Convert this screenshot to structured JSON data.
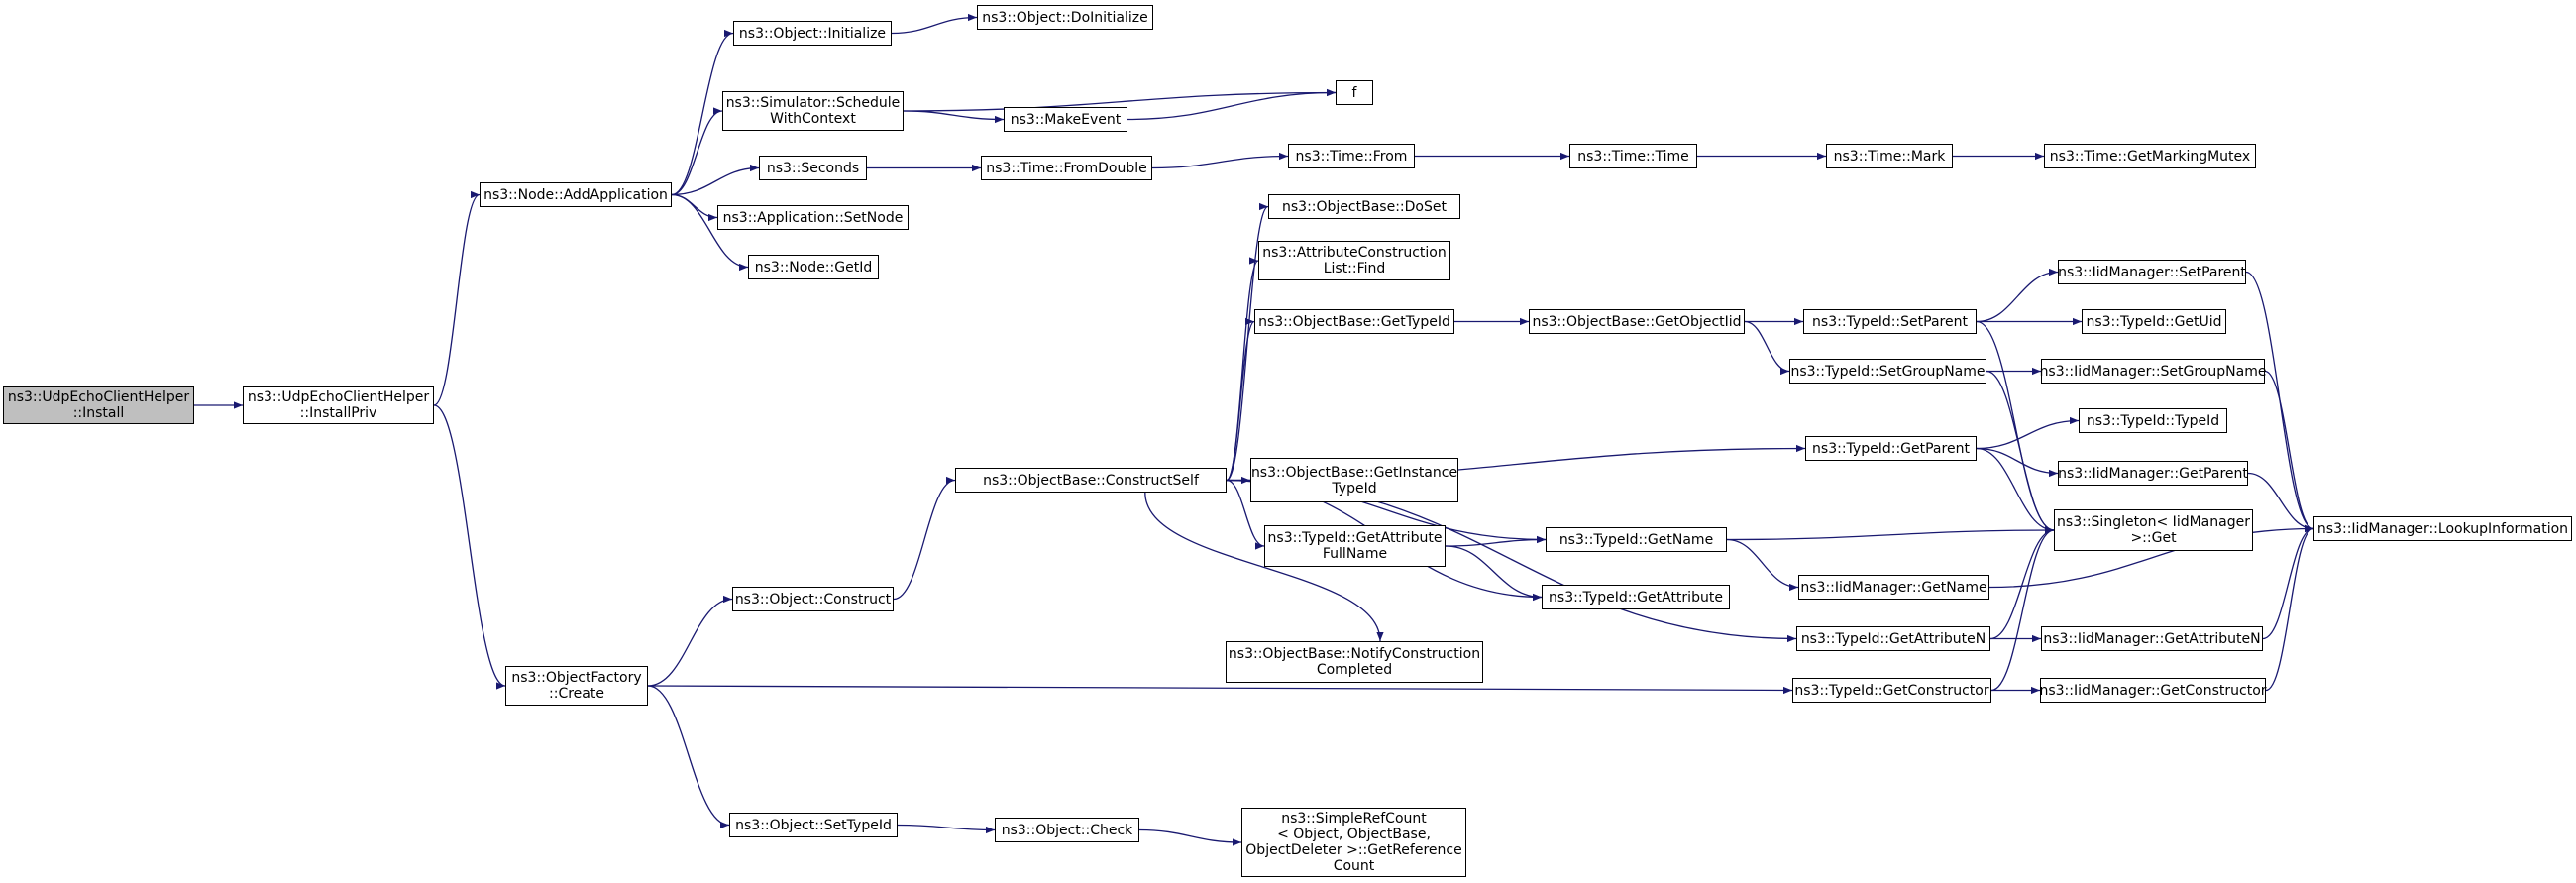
{
  "colors": {
    "edge": "#191970",
    "root_fill": "#bfbfbf",
    "node_fill": "#ffffff",
    "node_border": "#000000"
  },
  "nodes": {
    "n0": {
      "lines": [
        "ns3::UdpEchoClientHelper",
        "::Install"
      ]
    },
    "n1": {
      "lines": [
        "ns3::UdpEchoClientHelper",
        "::InstallPriv"
      ]
    },
    "n2": {
      "lines": [
        "ns3::Node::AddApplication"
      ]
    },
    "n3": {
      "lines": [
        "ns3::ObjectFactory",
        "::Create"
      ]
    },
    "n4": {
      "lines": [
        "ns3::Object::Initialize"
      ]
    },
    "n5": {
      "lines": [
        "ns3::Simulator::Schedule",
        "WithContext"
      ]
    },
    "n6": {
      "lines": [
        "ns3::Seconds"
      ]
    },
    "n7": {
      "lines": [
        "ns3::Application::SetNode"
      ]
    },
    "n8": {
      "lines": [
        "ns3::Node::GetId"
      ]
    },
    "n9": {
      "lines": [
        "ns3::Object::Construct"
      ]
    },
    "n10": {
      "lines": [
        "ns3::Object::SetTypeId"
      ]
    },
    "n11": {
      "lines": [
        "ns3::Object::DoInitialize"
      ]
    },
    "n12": {
      "lines": [
        "f"
      ]
    },
    "n13": {
      "lines": [
        "ns3::MakeEvent"
      ]
    },
    "n14": {
      "lines": [
        "ns3::Time::FromDouble"
      ]
    },
    "n15": {
      "lines": [
        "ns3::Time::From"
      ]
    },
    "n16": {
      "lines": [
        "ns3::Time::Time"
      ]
    },
    "n17": {
      "lines": [
        "ns3::Time::Mark"
      ]
    },
    "n18": {
      "lines": [
        "ns3::Time::GetMarkingMutex"
      ]
    },
    "n19": {
      "lines": [
        "ns3::ObjectBase::ConstructSelf"
      ]
    },
    "n20": {
      "lines": [
        "ns3::ObjectBase::DoSet"
      ]
    },
    "n21": {
      "lines": [
        "ns3::AttributeConstruction",
        "List::Find"
      ]
    },
    "n22": {
      "lines": [
        "ns3::ObjectBase::GetTypeId"
      ]
    },
    "n23": {
      "lines": [
        "ns3::ObjectBase::GetInstance",
        "TypeId"
      ]
    },
    "n24": {
      "lines": [
        "ns3::TypeId::GetAttribute",
        "FullName"
      ]
    },
    "n25": {
      "lines": [
        "ns3::ObjectBase::NotifyConstruction",
        "Completed"
      ]
    },
    "n26": {
      "lines": [
        "ns3::ObjectBase::GetObjectIid"
      ]
    },
    "n27": {
      "lines": [
        "ns3::TypeId::GetName"
      ]
    },
    "n28": {
      "lines": [
        "ns3::TypeId::GetAttribute"
      ]
    },
    "n29": {
      "lines": [
        "ns3::TypeId::SetParent"
      ]
    },
    "n30": {
      "lines": [
        "ns3::TypeId::SetGroupName"
      ]
    },
    "n31": {
      "lines": [
        "ns3::TypeId::GetParent"
      ]
    },
    "n32": {
      "lines": [
        "ns3::IidManager::GetName"
      ]
    },
    "n33": {
      "lines": [
        "ns3::TypeId::GetAttributeN"
      ]
    },
    "n34": {
      "lines": [
        "ns3::TypeId::GetConstructor"
      ]
    },
    "n35": {
      "lines": [
        "ns3::IidManager::SetParent"
      ]
    },
    "n36": {
      "lines": [
        "ns3::TypeId::GetUid"
      ]
    },
    "n37": {
      "lines": [
        "ns3::IidManager::SetGroupName"
      ]
    },
    "n38": {
      "lines": [
        "ns3::TypeId::TypeId"
      ]
    },
    "n39": {
      "lines": [
        "ns3::IidManager::GetParent"
      ]
    },
    "n40": {
      "lines": [
        "ns3::Singleton< IidManager",
        " >::Get"
      ]
    },
    "n41": {
      "lines": [
        "ns3::IidManager::GetAttributeN"
      ]
    },
    "n42": {
      "lines": [
        "ns3::IidManager::GetConstructor"
      ]
    },
    "n43": {
      "lines": [
        "ns3::IidManager::LookupInformation"
      ]
    },
    "n44": {
      "lines": [
        "ns3::Object::Check"
      ]
    },
    "n45": {
      "lines": [
        "ns3::SimpleRefCount",
        "< Object, ObjectBase,",
        " ObjectDeleter >::GetReference",
        "Count"
      ]
    }
  },
  "edges": [
    [
      "n0",
      "n1"
    ],
    [
      "n1",
      "n2"
    ],
    [
      "n1",
      "n3"
    ],
    [
      "n2",
      "n4"
    ],
    [
      "n2",
      "n5"
    ],
    [
      "n2",
      "n6"
    ],
    [
      "n2",
      "n7"
    ],
    [
      "n2",
      "n8"
    ],
    [
      "n4",
      "n11"
    ],
    [
      "n5",
      "n12"
    ],
    [
      "n5",
      "n13"
    ],
    [
      "n13",
      "n12"
    ],
    [
      "n6",
      "n14"
    ],
    [
      "n14",
      "n15"
    ],
    [
      "n15",
      "n16"
    ],
    [
      "n16",
      "n17"
    ],
    [
      "n17",
      "n18"
    ],
    [
      "n3",
      "n9"
    ],
    [
      "n3",
      "n10"
    ],
    [
      "n3",
      "n34"
    ],
    [
      "n9",
      "n19"
    ],
    [
      "n10",
      "n44"
    ],
    [
      "n44",
      "n45"
    ],
    [
      "n19",
      "n20"
    ],
    [
      "n19",
      "n21"
    ],
    [
      "n19",
      "n22"
    ],
    [
      "n19",
      "n23"
    ],
    [
      "n19",
      "n24"
    ],
    [
      "n19",
      "n25"
    ],
    [
      "n19",
      "n27"
    ],
    [
      "n19",
      "n28"
    ],
    [
      "n19",
      "n31"
    ],
    [
      "n19",
      "n33"
    ],
    [
      "n22",
      "n26"
    ],
    [
      "n26",
      "n29"
    ],
    [
      "n26",
      "n30"
    ],
    [
      "n24",
      "n27"
    ],
    [
      "n24",
      "n28"
    ],
    [
      "n27",
      "n40"
    ],
    [
      "n27",
      "n32"
    ],
    [
      "n29",
      "n35"
    ],
    [
      "n29",
      "n36"
    ],
    [
      "n29",
      "n40"
    ],
    [
      "n30",
      "n37"
    ],
    [
      "n30",
      "n40"
    ],
    [
      "n31",
      "n38"
    ],
    [
      "n31",
      "n39"
    ],
    [
      "n31",
      "n40"
    ],
    [
      "n32",
      "n43"
    ],
    [
      "n33",
      "n40"
    ],
    [
      "n33",
      "n41"
    ],
    [
      "n34",
      "n40"
    ],
    [
      "n34",
      "n42"
    ],
    [
      "n35",
      "n43"
    ],
    [
      "n37",
      "n43"
    ],
    [
      "n39",
      "n43"
    ],
    [
      "n41",
      "n43"
    ],
    [
      "n42",
      "n43"
    ]
  ]
}
